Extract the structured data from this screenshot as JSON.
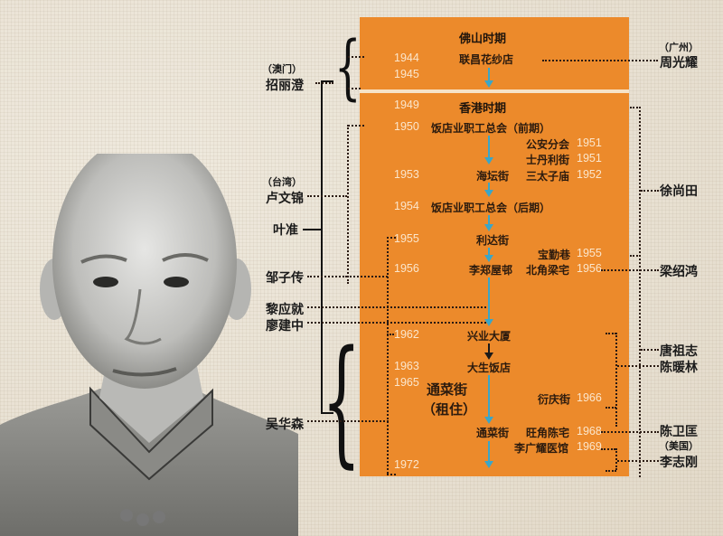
{
  "diagram": {
    "subject": "portrait-timeline",
    "colors": {
      "panel": "#ec8a2b",
      "divider": "#f6e3c8",
      "arrow": "#3aa6c8",
      "year_text": "#fbe6cc",
      "location_text": "#2a1a0e",
      "background": "#ebe4d7"
    },
    "eras": [
      {
        "title": "佛山时期",
        "entries": [
          {
            "year": "1944",
            "location": "联昌花纱店"
          },
          {
            "year": "1945",
            "location": ""
          }
        ]
      },
      {
        "title": "香港时期",
        "title_year": "1949",
        "entries": [
          {
            "year": "1950",
            "location": "饭店业职工总会（前期）"
          },
          {
            "year": "1951",
            "location": "公安分会",
            "side": "right"
          },
          {
            "year": "1951",
            "location": "士丹利街",
            "side": "right"
          },
          {
            "year": "1953",
            "location": "海坛街"
          },
          {
            "year": "1952",
            "location": "三太子庙",
            "side": "right"
          },
          {
            "year": "1954",
            "location": "饭店业职工总会（后期）"
          },
          {
            "year": "1955",
            "location": "利达街"
          },
          {
            "year": "1955",
            "location": "宝勤巷",
            "side": "right"
          },
          {
            "year": "1956",
            "location": "李郑屋邨"
          },
          {
            "year": "1956",
            "location": "北角梁宅",
            "side": "right"
          },
          {
            "year": "1962",
            "location": "兴业大厦"
          },
          {
            "year": "1963",
            "location": "大生饭店"
          },
          {
            "year": "1965",
            "location": "通菜街",
            "note": "（租住）"
          },
          {
            "year": "1966",
            "location": "衍庆街",
            "side": "right"
          },
          {
            "year": "",
            "location": "通菜街"
          },
          {
            "year": "1968",
            "location": "旺角陈宅",
            "side": "right"
          },
          {
            "year": "1969",
            "location": "李广耀医馆",
            "side": "right"
          },
          {
            "year": "1972",
            "location": ""
          }
        ]
      }
    ],
    "left_people": [
      {
        "region": "（澳门）",
        "name": "招丽澄"
      },
      {
        "region": "（台湾）",
        "name": "卢文锦"
      },
      {
        "name": "叶准"
      },
      {
        "name": "邹子传"
      },
      {
        "name": "黎应就"
      },
      {
        "name": "廖建中"
      },
      {
        "name": "吴华森"
      }
    ],
    "right_people": [
      {
        "region": "（广州）",
        "name": "周光耀"
      },
      {
        "name": "徐尚田"
      },
      {
        "name": "梁绍鸿"
      },
      {
        "name": "唐祖志"
      },
      {
        "name": "陈暖林"
      },
      {
        "name": "陈卫匡"
      },
      {
        "region": "（美国）",
        "name": "李志刚"
      }
    ],
    "icons": {
      "arrow": "down-arrow-icon",
      "brace": "left-curly-brace-icon"
    }
  }
}
